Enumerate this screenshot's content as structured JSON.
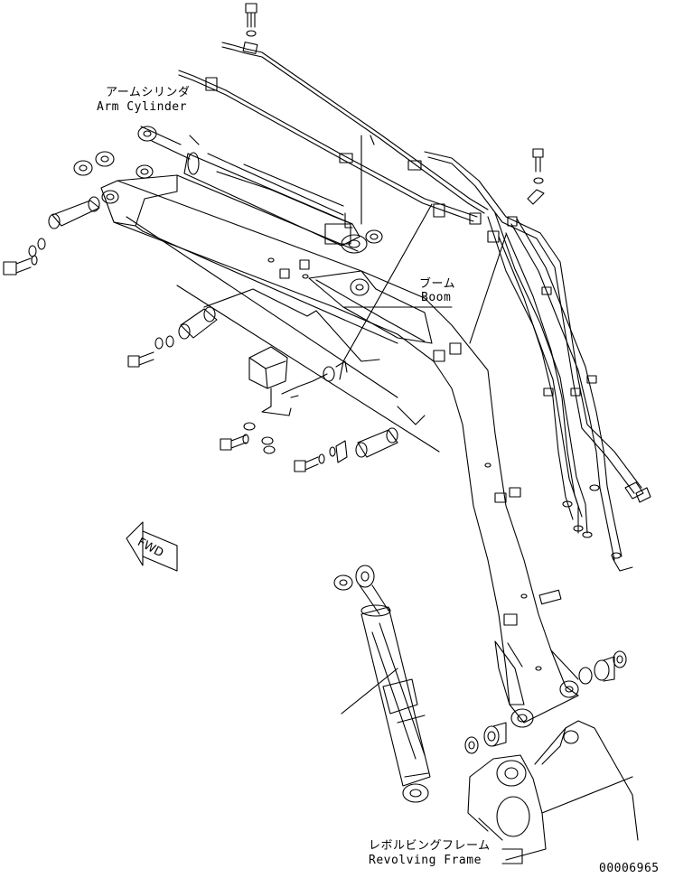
{
  "labels": {
    "arm_cylinder_jp": "アームシリンダ",
    "arm_cylinder_en": "Arm Cylinder",
    "boom_jp": "ブーム",
    "boom_en": "Boom",
    "revolving_frame_jp": "レボルビングフレーム",
    "revolving_frame_en": "Revolving Frame",
    "fwd": "FWD",
    "drawing_number": "00006965"
  }
}
